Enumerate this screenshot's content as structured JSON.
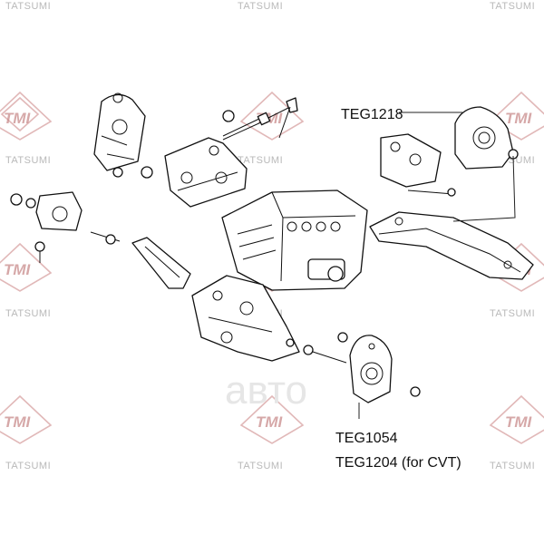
{
  "watermark": {
    "brand": "TMI",
    "company": "TATSUMI",
    "center_mark": "авто"
  },
  "labels": {
    "top_right": "TEG1218",
    "bottom_primary": "TEG1054",
    "bottom_secondary": "TEG1204 (for CVT)"
  }
}
